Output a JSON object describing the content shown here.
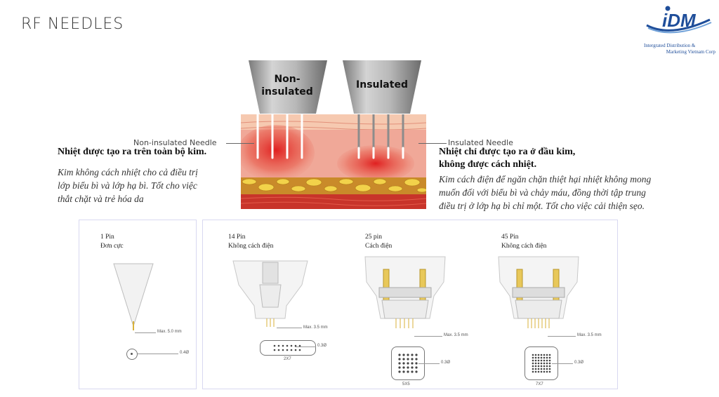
{
  "page": {
    "title": "RF NEEDLES"
  },
  "logo": {
    "brand": "IDM",
    "line1": "Intergrated Distribution &",
    "line2": "Marketing Vietnam Corp"
  },
  "diagram": {
    "left_tip_label": "Non-\ninsulated",
    "left_tip_line1": "Non-",
    "left_tip_line2": "insulated",
    "right_tip_label": "Insulated",
    "left_caption": "Non-insulated Needle",
    "right_caption": "Insulated Needle"
  },
  "left_text": {
    "heading": "Nhiệt được tạo ra trên toàn bộ kim.",
    "desc_line1": "Kim không cách nhiệt cho cả điều trị",
    "desc_line2": "lớp biểu bì và lớp hạ bì. Tốt cho việc",
    "desc_line3": "thắt chặt và trẻ hóa da"
  },
  "right_text": {
    "heading_line1": "Nhiệt chỉ được tạo ra ở đầu kim,",
    "heading_line2": "không được cách nhiệt.",
    "desc_line1": "Kim cách điện để ngăn chặn thiệt hại nhiệt không mong",
    "desc_line2": "muốn đối với biểu bì và chảy máu, đồng thời tập trung",
    "desc_line3": "điều trị ở lớp hạ bì chỉ một. Tốt cho việc cải thiện sẹo."
  },
  "products": [
    {
      "count": "1 Pin",
      "type": "Đơn cực",
      "depth": "Max. 5.0 mm",
      "diameter": "0.4Ø"
    },
    {
      "count": "14 Pin",
      "type": "Không cách điện",
      "depth": "Max. 3.5 mm",
      "diameter": "0.3Ø",
      "grid": "2X7"
    },
    {
      "count": "25 pin",
      "type": "Cách điện",
      "depth": "Max. 3.5 mm",
      "diameter": "0.3Ø",
      "grid": "5X5"
    },
    {
      "count": "45 Pin",
      "type": "Không cách điện",
      "depth": "Max. 3.5 mm",
      "diameter": "0.3Ø",
      "grid": "7X7"
    }
  ]
}
